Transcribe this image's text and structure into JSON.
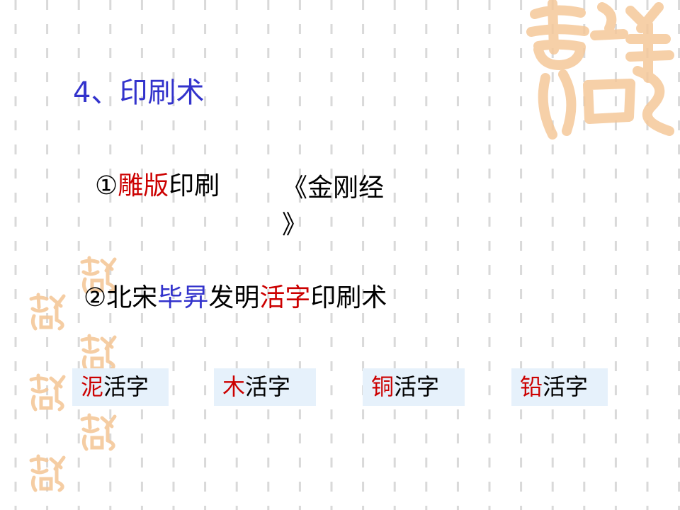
{
  "slide": {
    "title": "4、印刷术",
    "line1": {
      "circle": "①",
      "diaoban": "雕版",
      "yinshua": "印刷",
      "book_open": "《金刚经",
      "book_close": "》"
    },
    "line2": {
      "circle": "②",
      "beisong": "北宋",
      "bisheng": "毕昇",
      "faming": "发明",
      "huozi": "活字",
      "yinshuashu": "印刷术"
    },
    "types": [
      {
        "material": "泥",
        "suffix": "活字"
      },
      {
        "material": "木",
        "suffix": "活字"
      },
      {
        "material": "铜",
        "suffix": "活字"
      },
      {
        "material": "铅",
        "suffix": "活字"
      }
    ]
  },
  "colors": {
    "title": "#3333cc",
    "highlight_red": "#cc0000",
    "highlight_blue": "#3333cc",
    "box_background": "#e6f1fb",
    "seal": "#f5c89a",
    "grid_dash": "#d9d9d9"
  },
  "decorations": {
    "large_seal": "auspicious-calligraphy-seal",
    "small_seals": "auspicious-seal-stamp"
  }
}
